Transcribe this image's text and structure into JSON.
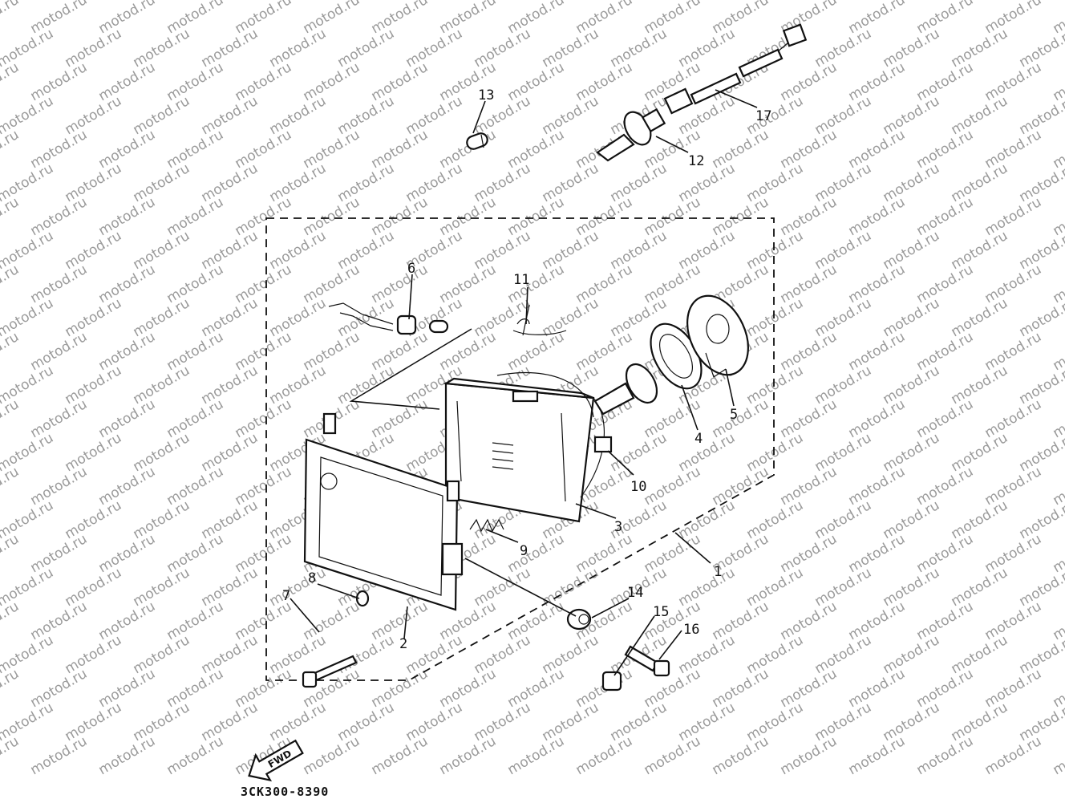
{
  "watermark": "motod.ru",
  "diagram_code": "3CK300-8390",
  "fwd_label": "FWD",
  "callouts": [
    "1",
    "2",
    "3",
    "4",
    "5",
    "6",
    "7",
    "8",
    "9",
    "10",
    "11",
    "12",
    "13",
    "14",
    "15",
    "16",
    "17"
  ]
}
